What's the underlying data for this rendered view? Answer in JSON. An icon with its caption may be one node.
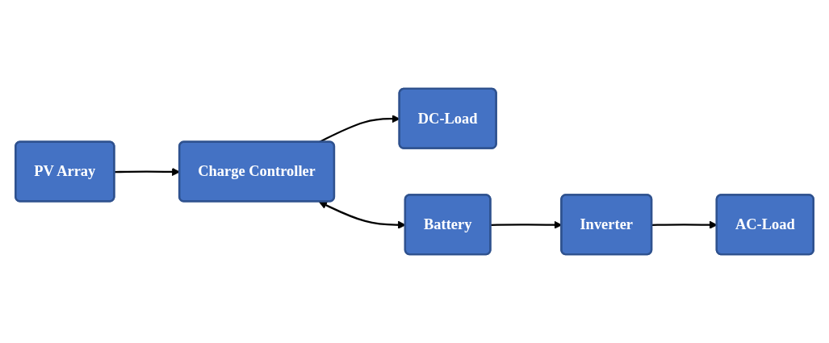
{
  "diagram": {
    "nodes": [
      {
        "text": [
          "PV Array"
        ]
      },
      {
        "text": [
          "Charge Controller"
        ]
      },
      {
        "text": [
          "DC-Load"
        ]
      },
      {
        "text": [
          "Battery"
        ]
      },
      {
        "text": [
          "Inverter"
        ]
      },
      {
        "text": [
          "AC-Load"
        ]
      }
    ],
    "edges": [
      {
        "from": 0,
        "to": 1,
        "arrow": "to"
      },
      {
        "from": 1,
        "to": 2,
        "arrow": "to"
      },
      {
        "from": 1,
        "to": 3,
        "arrow": "both"
      },
      {
        "from": 3,
        "to": 4,
        "arrow": "to"
      },
      {
        "from": 4,
        "to": 5,
        "arrow": "to"
      }
    ]
  }
}
